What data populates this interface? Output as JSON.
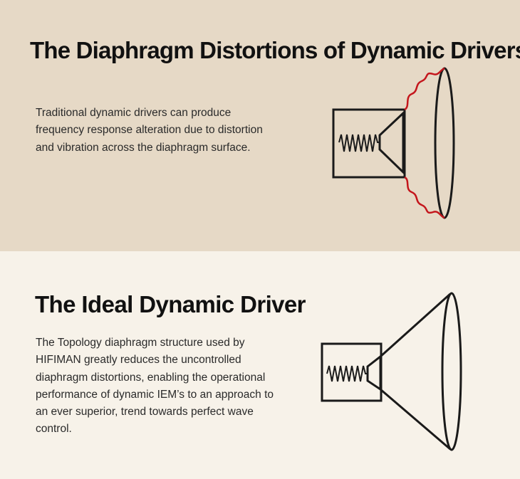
{
  "top_section": {
    "title": "The Diaphragm Distortions of Dynamic Drivers",
    "description": "Traditional dynamic drivers can produce frequency response alteration due to distortion and vibration across the diaphragm surface."
  },
  "bottom_section": {
    "title": "The Ideal Dynamic Driver",
    "description": "The Topology diaphragm structure used by HIFIMAN greatly reduces the uncontrolled diaphragm distortions, enabling the operational performance of dynamic IEM’s to an approach to an ever superior, trend towards perfect wave control."
  },
  "colors": {
    "top_background": "#e6d9c6",
    "bottom_background": "#f7f2e9",
    "distortion_line": "#c4161c",
    "ink": "#1a1a1a"
  }
}
